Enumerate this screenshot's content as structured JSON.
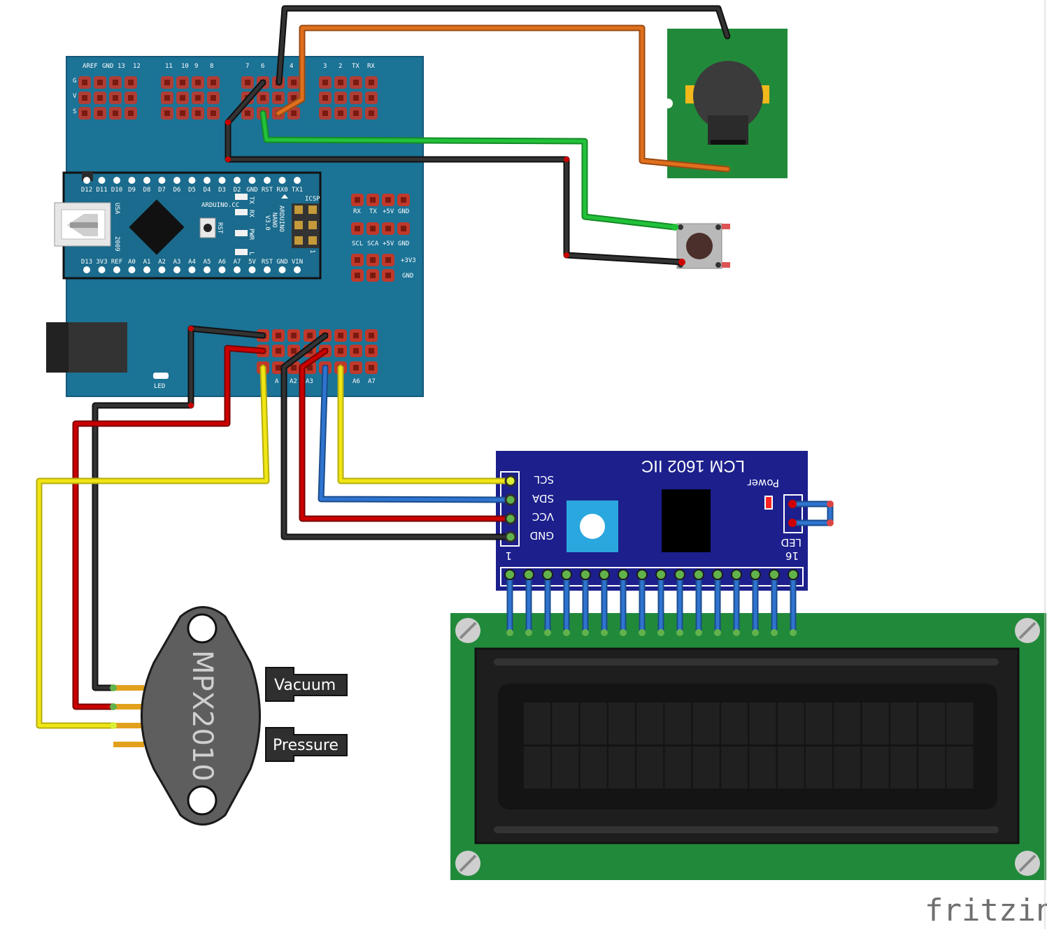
{
  "shield": {
    "top_header": [
      "AREF",
      "GND",
      "13",
      "12",
      "11",
      "10",
      "9",
      "8",
      "7",
      "6",
      "4",
      "3",
      "2",
      "TX",
      "RX"
    ],
    "row_labels": [
      "G",
      "V",
      "S"
    ],
    "right_header_1": [
      "RX",
      "TX",
      "+5V",
      "GND"
    ],
    "right_header_2": [
      "SCL",
      "SCA",
      "+5V",
      "GND"
    ],
    "power_labels": [
      "+3V3",
      "GND"
    ],
    "bottom_labels": [
      "A",
      "A2",
      "A3",
      "A6",
      "A7"
    ],
    "led_label": "LED"
  },
  "nano": {
    "top_pins": [
      "D12",
      "D11",
      "D10",
      "D9",
      "D8",
      "D7",
      "D6",
      "D5",
      "D4",
      "D3",
      "D2",
      "GND",
      "RST",
      "RX0",
      "TX1"
    ],
    "bottom_pins": [
      "D13",
      "3V3",
      "REF",
      "A0",
      "A1",
      "A2",
      "A3",
      "A4",
      "A5",
      "A6",
      "A7",
      "5V",
      "RST",
      "GND",
      "VIN"
    ],
    "brand": "ARDUINO.CC",
    "model": [
      "ARDUINO",
      "NANO",
      "V3.0"
    ],
    "usa": "USA",
    "year": "2009",
    "rst": "RST",
    "icsp": "ICSP",
    "leds": [
      "TX",
      "RX",
      "PWR",
      "L"
    ],
    "pin1": "1"
  },
  "lcd_module": {
    "title": "LCM 1602 IIC",
    "pins": [
      "SCL",
      "SDA",
      "VCC",
      "GND"
    ],
    "power_label": "Power",
    "led_label": "LED",
    "pin_start": "1",
    "pin_end": "16"
  },
  "sensor": {
    "name": "MPX2010",
    "ports": [
      "Vacuum",
      "Pressure"
    ]
  },
  "watermark": "fritzing",
  "colors": {
    "board_blue": "#1b7396",
    "nano_blue": "#1a6b8d",
    "lcd_board": "#1c1f8c",
    "pcb_green": "#218a3a",
    "wire_black": "#1f1f1f",
    "wire_red": "#cc0000",
    "wire_yellow": "#f0e614",
    "wire_green": "#22c23a",
    "wire_orange": "#e0701e",
    "wire_blue": "#2f74cf"
  },
  "icons": [
    "usb-connector-icon",
    "microcontroller-chip-icon",
    "buzzer-icon",
    "push-button-icon",
    "potentiometer-icon",
    "screw-icon"
  ]
}
